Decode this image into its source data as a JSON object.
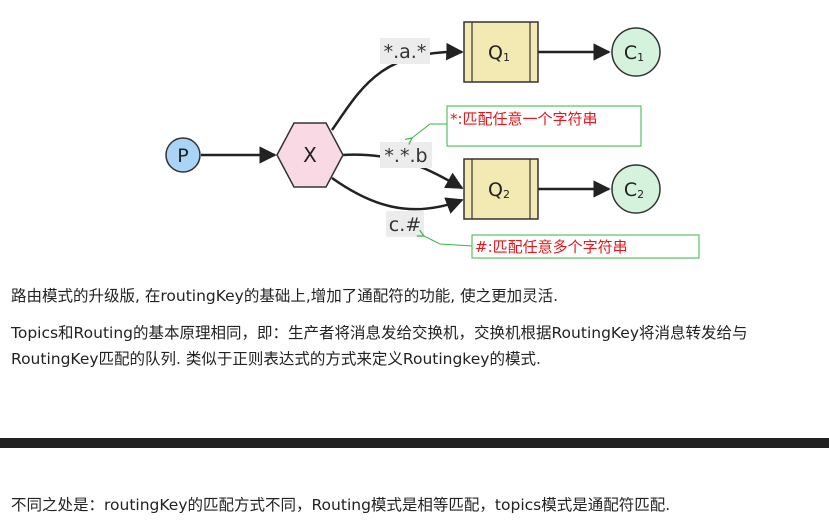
{
  "diagram": {
    "producer": "P",
    "exchange": "X",
    "queue1": {
      "label": "Q",
      "sub": "1"
    },
    "queue2": {
      "label": "Q",
      "sub": "2"
    },
    "consumer1": {
      "label": "C",
      "sub": "1"
    },
    "consumer2": {
      "label": "C",
      "sub": "2"
    },
    "edges": {
      "route1": "*.a.*",
      "route2": "*.*.b",
      "route3": "c.#"
    },
    "annotations": {
      "star": "*:匹配任意一个字符串",
      "hash": "#:匹配任意多个字符串"
    },
    "colors": {
      "producer_fill": "#a9d4f5",
      "exchange_fill": "#f9d9e3",
      "queue_fill": "#f3e9b3",
      "consumer_fill": "#d5f2dc",
      "annotation_border": "#39b54a",
      "annotation_text": "#e8161c",
      "label_bg": "#ececec"
    }
  },
  "text": {
    "p1": "路由模式的升级版, 在routingKey的基础上,增加了通配符的功能, 使之更加灵活.",
    "p2": "Topics和Routing的基本原理相同，即：生产者将消息发给交换机，交换机根据RoutingKey将消息转发给与RoutingKey匹配的队列. 类似于正则表达式的方式来定义Routingkey的模式.",
    "p3": "不同之处是：routingKey的匹配方式不同，Routing模式是相等匹配，topics模式是通配符匹配."
  }
}
